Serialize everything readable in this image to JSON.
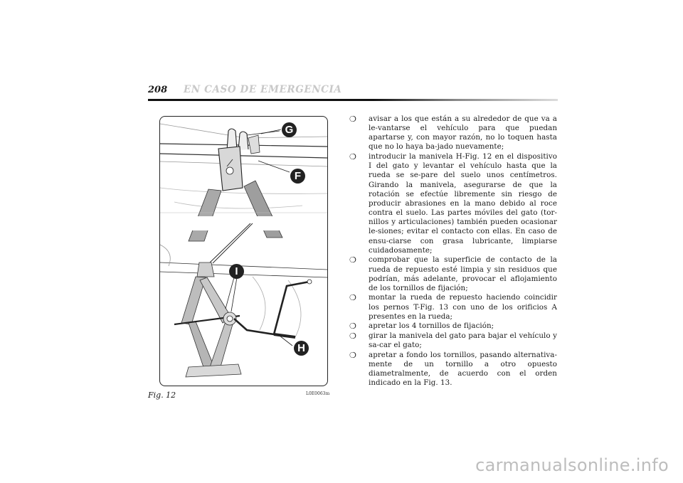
{
  "header": {
    "page_number": "208",
    "section_title": "EN CASO DE EMERGENCIA"
  },
  "figure": {
    "caption": "Fig. 12",
    "code": "L0E0063m",
    "labels": {
      "g": "G",
      "f": "F",
      "i": "I",
      "h": "H"
    }
  },
  "instructions": [
    "avisar a los que están a su alrededor de que va a le-vantarse el vehículo para que puedan apartarse y, con mayor razón, no lo toquen hasta que no lo haya ba-jado nuevamente;",
    "introducir la manivela H-Fig. 12 en el dispositivo I del gato y levantar el vehículo hasta que la rueda se se-pare del suelo unos centímetros. Girando la manivela, asegurarse de que la rotación se efectúe libremente sin riesgo de producir abrasiones en la mano debido al roce contra el suelo. Las partes móviles del gato (tor-nillos y articulaciones) también pueden ocasionar le-siones; evitar el contacto con ellas. En caso de ensu-ciarse con grasa lubricante, limpiarse cuidadosamente;",
    "comprobar que la superficie de contacto de la rueda de repuesto esté limpia y sin residuos que podrían, más adelante, provocar el aflojamiento de los tornillos de fijación;",
    "montar la rueda de repuesto haciendo coincidir los pernos T-Fig. 13 con uno de los orificios A presentes en la rueda;",
    "apretar los 4 tornillos de fijación;",
    "girar la manivela del gato para bajar el vehículo y sa-car el gato;",
    "apretar a fondo los tornillos, pasando alternativa-mente de un tornillo a otro opuesto diametralmente, de acuerdo con el orden indicado en la Fig. 13."
  ],
  "bullet_glyph": "❍",
  "watermark": "carmanualsonline.info"
}
